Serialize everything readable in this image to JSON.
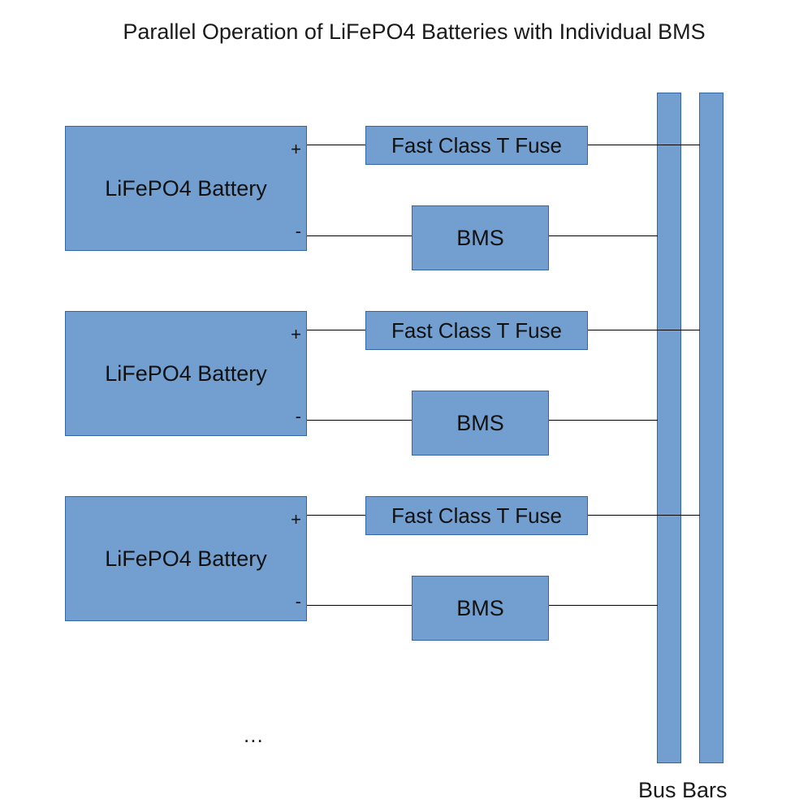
{
  "title": "Parallel Operation of LiFePO4 Batteries with Individual BMS",
  "units": [
    {
      "battery_label": "LiFePO4 Battery",
      "positive_label": "+",
      "negative_label": "-",
      "fuse_label": "Fast Class T Fuse",
      "bms_label": "BMS"
    },
    {
      "battery_label": "LiFePO4 Battery",
      "positive_label": "+",
      "negative_label": "-",
      "fuse_label": "Fast Class T Fuse",
      "bms_label": "BMS"
    },
    {
      "battery_label": "LiFePO4 Battery",
      "positive_label": "+",
      "negative_label": "-",
      "fuse_label": "Fast Class T Fuse",
      "bms_label": "BMS"
    }
  ],
  "ellipsis": "...",
  "busbar_label": "Bus Bars",
  "colors": {
    "box_fill": "#729fcf",
    "box_border": "#3465a4",
    "wire": "#000000"
  }
}
